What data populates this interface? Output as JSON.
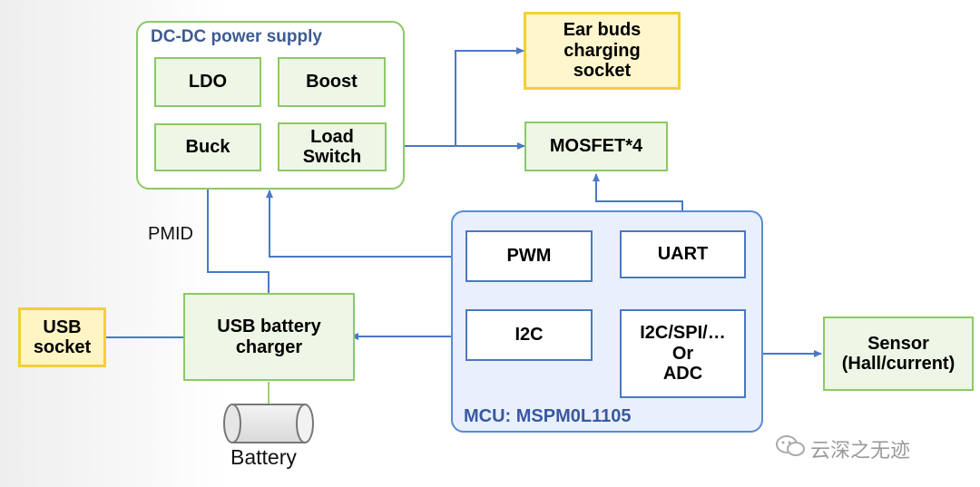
{
  "power_supply": {
    "title": "DC-DC power supply",
    "ldo": "LDO",
    "boost": "Boost",
    "buck": "Buck",
    "load_switch_line1": "Load",
    "load_switch_line2": "Switch"
  },
  "earbuds_socket": {
    "line1": "Ear buds",
    "line2": "charging",
    "line3": "socket"
  },
  "mosfet": "MOSFET*4",
  "pmid_label": "PMID",
  "usb_socket": {
    "line1": "USB",
    "line2": "socket"
  },
  "charger": {
    "line1": "USB battery",
    "line2": "charger"
  },
  "battery_label": "Battery",
  "mcu": {
    "title": "MCU: MSPM0L1105",
    "pwm": "PWM",
    "uart": "UART",
    "i2c": "I2C",
    "periph_line1": "I2C/SPI/…",
    "periph_line2": "Or",
    "periph_line3": "ADC"
  },
  "sensor": {
    "line1": "Sensor",
    "line2": "(Hall/current)"
  },
  "watermark": "云深之无迹",
  "colors": {
    "wire": "#4a78c8",
    "green_border": "#8cc965",
    "yellow_border": "#f3cf35",
    "mcu_fill": "#e9f0fb"
  }
}
